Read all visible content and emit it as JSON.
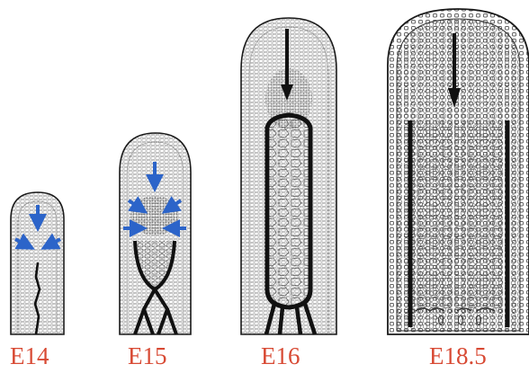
{
  "stages": [
    {
      "label": "E14"
    },
    {
      "label": "E15"
    },
    {
      "label": "E16"
    },
    {
      "label": "E18.5"
    }
  ],
  "colors": {
    "label": "#d84a34",
    "blue_arrow": "#2c64c9",
    "black_arrow": "#111111",
    "outline": "#1a1a1a",
    "cells": "#5a5a5a",
    "mesenchyme": "#8a8a8a",
    "background": "#ffffff"
  },
  "icons": {
    "blue_arrow": "arrow-blue-icon",
    "black_arrow": "arrow-black-icon"
  }
}
